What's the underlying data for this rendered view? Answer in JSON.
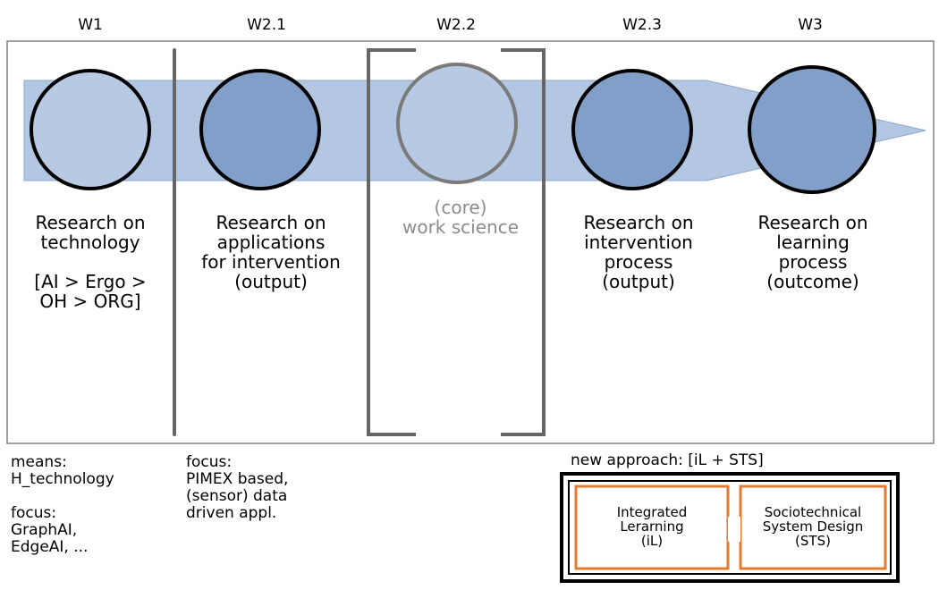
{
  "headers": [
    "W1",
    "W2.1",
    "W2.2",
    "W2.3",
    "W3"
  ],
  "circles": [
    {
      "text": "Research on\ntechnology\n\n[AI > Ergo >\nOH > ORG]"
    },
    {
      "text": "Research on\napplications\nfor intervention\n(output)"
    },
    {
      "text": "(core)\nwork science"
    },
    {
      "text": "Research on\nintervention\nprocess\n(output)"
    },
    {
      "text": "Research on\nlearning\nprocess\n(outcome)"
    }
  ],
  "bottom": {
    "left": "means:\nH_technology\n\nfocus:\nGraphAI,\nEdgeAI, ...",
    "middle": "focus:\nPIMEX based,\n(sensor) data\ndriven appl.",
    "approach_title": "new approach: [iL + STS]",
    "box_left": "Integrated\nLerarning\n(iL)",
    "box_right": "Sociotechnical\nSystem Design\n(STS)"
  },
  "colors": {
    "arrow_fill": "#b4c7e2",
    "circle_light": "#b8cae3",
    "circle_dark": "#829fc9",
    "core_stroke": "#7a7a7a",
    "divider": "#666666",
    "orange": "#e87a2c"
  }
}
